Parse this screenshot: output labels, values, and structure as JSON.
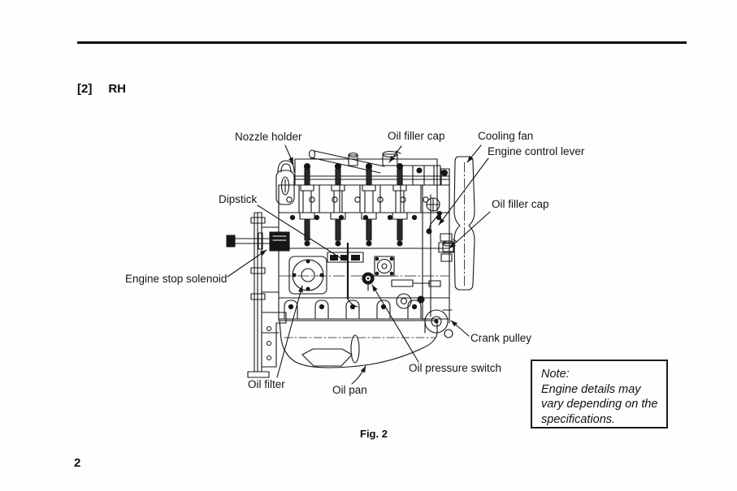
{
  "page": {
    "heading_index": "[2]",
    "heading_title": "RH",
    "figure_caption": "Fig. 2",
    "page_number": "2"
  },
  "diagram": {
    "description": "Right-hand side view line drawing of a diesel engine",
    "labels": [
      {
        "id": "nozzle-holder",
        "text": "Nozzle holder"
      },
      {
        "id": "oil-filler-cap-top",
        "text": "Oil filler cap"
      },
      {
        "id": "cooling-fan",
        "text": "Cooling fan"
      },
      {
        "id": "engine-control-lever",
        "text": "Engine control lever"
      },
      {
        "id": "oil-filler-cap-right",
        "text": "Oil filler cap"
      },
      {
        "id": "dipstick",
        "text": "Dipstick"
      },
      {
        "id": "engine-stop-solenoid",
        "text": "Engine stop solenoid"
      },
      {
        "id": "crank-pulley",
        "text": "Crank pulley"
      },
      {
        "id": "oil-pressure-switch",
        "text": "Oil pressure switch"
      },
      {
        "id": "oil-filter",
        "text": "Oil filter"
      },
      {
        "id": "oil-pan",
        "text": "Oil pan"
      }
    ]
  },
  "note": {
    "title": "Note:",
    "lines": [
      "Engine details may",
      "vary depending on the",
      "specifications."
    ]
  }
}
